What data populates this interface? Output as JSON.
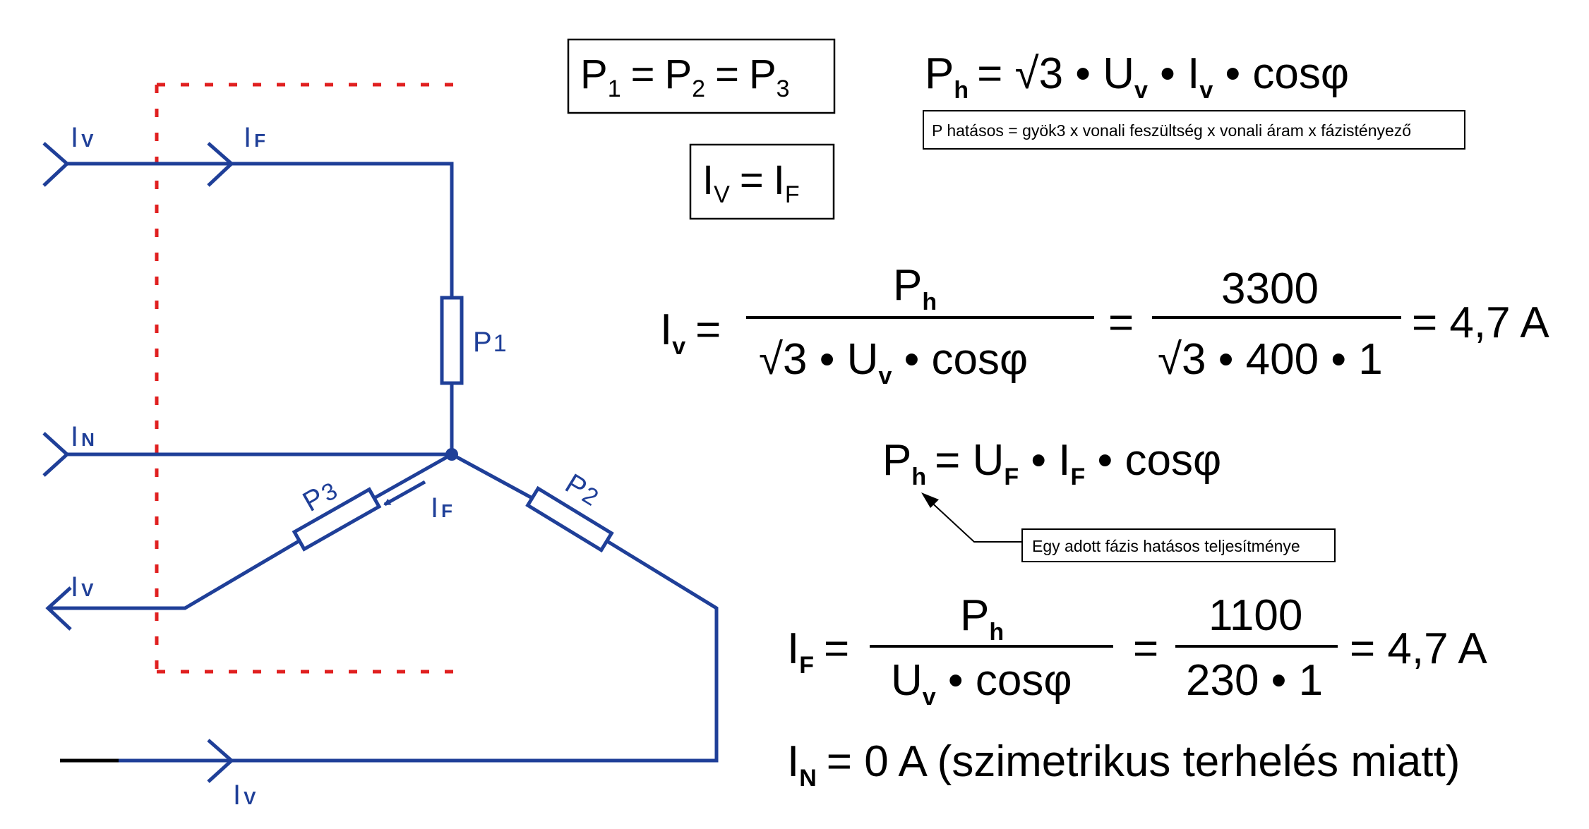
{
  "circuit": {
    "I_letter": "I",
    "sub_V": "V",
    "sub_F": "F",
    "sub_N": "N",
    "P_letter": "P",
    "r1_idx": "1",
    "r2_idx": "2",
    "r3_idx": "3"
  },
  "equations": {
    "eq_powers": {
      "p": "P",
      "i1": "1",
      "i2": "2",
      "i3": "3",
      "eq": "="
    },
    "eq_currents": {
      "i": "I",
      "v": "V",
      "f": "F",
      "eq": "="
    },
    "eq_ph": {
      "p": "P",
      "h": "h",
      "rest1": "= √3 • U",
      "v1": "v",
      "rest2": " • I",
      "v2": "v",
      "rest3": " • cosφ"
    },
    "note_ph": "P hatásos = gyök3 x vonali feszültség x vonali áram x fázistényező",
    "eq_iv": {
      "lhs_i": "I",
      "lhs_v": "v",
      "eq": "=",
      "num_p": "P",
      "num_h": "h",
      "den_a": "√3 • U",
      "den_v": "v",
      "den_b": " • cosφ",
      "eq2": "=",
      "num2": "3300",
      "den2": "√3 • 400 • 1",
      "result": "= 4,7 A"
    },
    "eq_phase": {
      "p": "P",
      "h": "h",
      "a": "= U",
      "f1": "F",
      "b": " • I",
      "f2": "F",
      "c": " • cosφ"
    },
    "note_phase": "Egy adott fázis hatásos teljesítménye",
    "eq_if": {
      "lhs_i": "I",
      "lhs_f": "F",
      "eq": "=",
      "num_p": "P",
      "num_h": "h",
      "den_a": "U",
      "den_v": "v",
      "den_b": " • cosφ",
      "eq2": "=",
      "num2": "1100",
      "den2": "230 • 1",
      "result": "= 4,7 A"
    },
    "eq_in": {
      "i": "I",
      "n": "N",
      "rest": "= 0 A (szimetrikus terhelés miatt)"
    }
  },
  "colors": {
    "wire": "#1f3f98",
    "boundary": "#e02020",
    "text": "#000000"
  }
}
